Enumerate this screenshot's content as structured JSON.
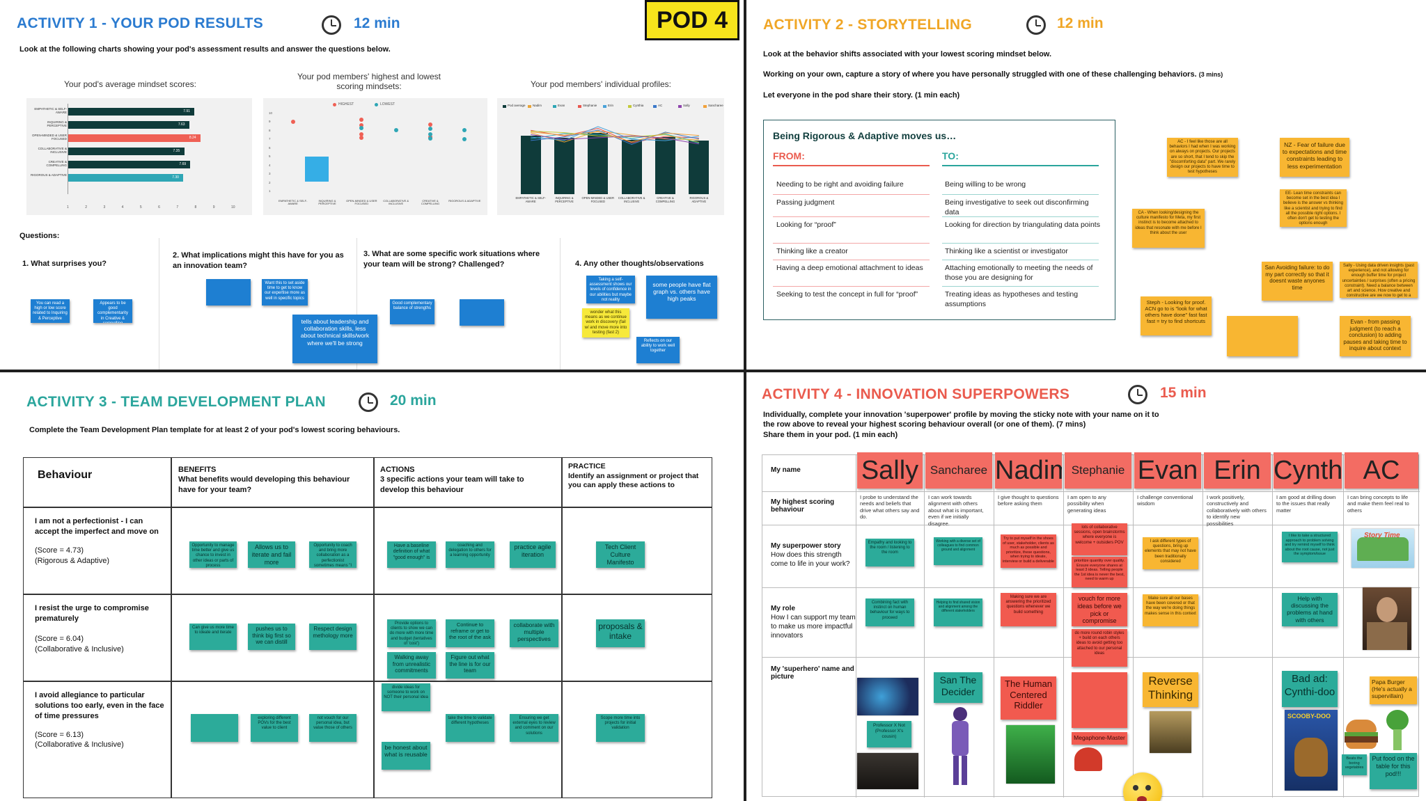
{
  "colors": {
    "blue": "#1e7fd2",
    "teal": "#2cab9a",
    "yellow": "#f6c22f",
    "orange": "#f8b632",
    "red": "#f15a4f"
  },
  "pod_label": "POD 4",
  "activity1": {
    "title": "ACTIVITY 1 - YOUR POD RESULTS",
    "time": "12 min",
    "instruction": "Look at the following charts showing your pod's assessment results and answer the questions below.",
    "chart1_title": "Your pod's average mindset scores:",
    "chart2_title": "Your pod members' highest and lowest scoring mindsets:",
    "chart3_title": "Your pod members' individual profiles:",
    "questions_label": "Questions:",
    "q1": "1. What surprises you?",
    "q2": "2. What implications might this have for you as an innovation team?",
    "q3": "3. What are some specific work situations where your team will be strong? Challenged?",
    "q4": "4. Any other thoughts/observations",
    "notes": {
      "n1": "You can read a high or low score related to Inquiring & Perceptive",
      "n2": "Appears to be good complementarity in Creative & compelling",
      "n3": "Want this to set aside time to get to know our expertise more as well in specific topics",
      "n4": "tells about leadership and collaboration skills, less about technical skills/work where we'll be strong",
      "n5": "Good complementary balance of strengths",
      "n6": "Taking a self-assessment shows our levels of confidence in our abilities but maybe not reality",
      "n7": "some people have flat graph vs. others have high peaks",
      "n8": "wonder what this means as we continue work in discovery (fail w/ and move more into testing (fast 2)",
      "n9": "Reflects on our ability to work well together"
    }
  },
  "chart_data": [
    {
      "type": "bar",
      "orientation": "horizontal",
      "categories": [
        "EMPATHETIC & SELF-AWARE",
        "INQUIRING & PERCEPTIVE",
        "OPEN-MINDED & USER FOCUSED",
        "COLLABORATIVE & INCLUSIVE",
        "CREATIVE & COMPELLING",
        "RIGOROUS & ADAPTIVE"
      ],
      "values": [
        7.91,
        7.63,
        8.24,
        7.35,
        7.69,
        7.3
      ],
      "xlim": [
        1,
        10
      ],
      "xticks": [
        "1",
        "2",
        "3",
        "4",
        "5",
        "6",
        "7",
        "8",
        "9",
        "10"
      ],
      "highlight_color": "#ef6055",
      "bar_color": "#0f3b3a",
      "alt_color": "#2ea6b5"
    },
    {
      "type": "scatter",
      "categories": [
        "EMPATHETIC & SELF-AWARE",
        "INQUIRING & PERCEPTIVE",
        "OPEN-MINDED & USER FOCUSED",
        "COLLABORATIVE & INCLUSIVE",
        "CREATIVE & COMPELLING",
        "RIGOROUS & ADAPTIVE"
      ],
      "ylim": [
        1,
        10
      ],
      "yticks": [
        "10",
        "9",
        "8",
        "7",
        "6",
        "5",
        "4",
        "3",
        "2",
        "1"
      ],
      "series": [
        {
          "name": "HIGHEST",
          "color": "#ef6055",
          "points": [
            [
              0,
              9
            ],
            [
              2,
              9.3
            ],
            [
              2,
              8.6
            ],
            [
              2,
              7.6
            ],
            [
              2,
              7.2
            ],
            [
              4,
              8.7
            ],
            [
              4,
              7.3
            ]
          ]
        },
        {
          "name": "LOWEST",
          "color": "#2ea6b5",
          "points": [
            [
              2,
              8.3
            ],
            [
              3,
              8.1
            ],
            [
              4,
              8.2
            ],
            [
              4,
              7.6
            ],
            [
              4,
              7.1
            ],
            [
              5,
              8.1
            ],
            [
              5,
              7.0
            ]
          ]
        }
      ]
    },
    {
      "type": "bar",
      "categories": [
        "EMPATHETIC & SELF-AWARE",
        "INQUIRING & PERCEPTIVE",
        "OPEN-MINDED & USER FOCUSED",
        "COLLABORATIVE & INCLUSIVE",
        "CREATIVE & COMPELLING",
        "RIGOROUS & ADAPTIVE"
      ],
      "values": [
        7.91,
        7.63,
        8.24,
        7.35,
        7.69,
        7.3
      ],
      "ylim": [
        1,
        10
      ],
      "legend": [
        "Pod average",
        "Nadim",
        "Evan",
        "Stephanie",
        "Erin",
        "Cynthia",
        "AC",
        "Sally",
        "Sancharee"
      ]
    }
  ],
  "activity2": {
    "title": "ACTIVITY 2 - STORYTELLING",
    "time": "12 min",
    "line1": "Look at the behavior shifts associated with your lowest scoring mindset below.",
    "line2": "Working on your own, capture a story of where you have personally struggled with one of these challenging behaviors.",
    "line2b": "(3 mins)",
    "line3": "Let everyone in the pod share their story. (1 min each)",
    "box_title": "Being Rigorous & Adaptive moves us…",
    "from_label": "FROM:",
    "to_label": "TO:",
    "from": [
      "Needing to be right and avoiding failure",
      "Passing judgment",
      "Looking for “proof”",
      "Thinking like a creator",
      "Having a deep emotional attachment to ideas",
      "Seeking to test the concept in full for “proof”"
    ],
    "to": [
      "Being willing to be wrong",
      "Being investigative to seek out disconfirming data",
      "Looking for direction by triangulating data points",
      "Thinking like a scientist or investigator",
      "Attaching emotionally to meeting the needs of those you are designing for",
      "Treating ideas as hypotheses and testing assumptions"
    ],
    "notes": {
      "n1": "AC - I feel like those are all behaviors I had when I was working on always on projects. Our projects are so short, that I tend to skip the \"discomforting data\" part. We rarely design our projects to have time to test hypotheses",
      "n2": "NZ - Fear of failure due to expectations and time constraints leading to less experimentation",
      "n3": "EE- Lean time constraints can become set in the best idea I believe is the answer vs thinking like a scientist and trying to find all the possible right options. I often don't get to testing the options enough",
      "n4": "CA - When looking/designing the culture manifesto for Meta, my first instinct is to become attached to ideas that resonate with me before I think about the user",
      "n5": "San Avoiding failure: to do my part correctly so that it doesnt waste anyones time",
      "n6": "Sally - Using data driven insights (past experience), and not allowing for enough buffer time for project uncertainties / surprises (often a pricing constraint). Need a balance between art and science. How creative and constructive are we now to get to a better outcome with the constraints we have",
      "n7": "Steph - Looking for proof. ACN go to is \"look for what others have done\" fast fast fast = try to find shortcuts",
      "n8": "",
      "n9": "Evan - from passing judgment (to reach a conclusion) to adding pauses and taking time to inquire about context"
    }
  },
  "activity3": {
    "title": "ACTIVITY 3 - TEAM DEVELOPMENT PLAN",
    "time": "20 min",
    "instruction": "Complete the Team Development Plan template for at least 2 of your pod's lowest scoring behaviours.",
    "col_behaviour": "Behaviour",
    "col_benefits": "BENEFITS",
    "col_benefits_sub": "What benefits would developing this behaviour have for your team?",
    "col_actions": "ACTIONS",
    "col_actions_sub": "3 specific actions your team will take to develop this behaviour",
    "col_practice": "PRACTICE",
    "col_practice_sub": "Identify an assignment or project that you can apply these actions to",
    "rows": [
      {
        "behaviour": "I am not a perfectionist - I can accept the imperfect and move on",
        "score": "(Score = 4.73)",
        "mindset": "(Rigorous & Adaptive)"
      },
      {
        "behaviour": "I resist the urge to compromise prematurely",
        "score": "(Score = 6.04)",
        "mindset": "(Collaborative & Inclusive)"
      },
      {
        "behaviour": "I avoid allegiance to particular solutions too early, even in the face of time pressures",
        "score": "(Score = 6.13)",
        "mindset": "(Collaborative & Inclusive)"
      }
    ],
    "notes": {
      "r1b1": "Opportunity to manage time better and give us chance to invest in other ideas or parts of process",
      "r1b2": "Allows us to iterate and fail more",
      "r1b3": "Opportunity to coach and bring more collaboration as a perfectionist sometimes means \"I have to do it myself\"",
      "r1a1": "Have a baseline definition of what \"good enough\" is",
      "r1a2": "coaching and delegation to others for a learning opportunity",
      "r1a3": "practice agile iteration",
      "r1p1": "Tech Client Culture Manifesto",
      "r2b1": "Can give us more time to ideate and iterate",
      "r2b2": "pushes us to think big first so we can distill",
      "r2b3": "Respect design methology more",
      "r2a1": "Provide options to clients to show we can do more with more time and budget (tentatives of 'cost')",
      "r2a2": "Continue to reframe or get to the root of the ask",
      "r2a3": "collaborate with multiple perspectives",
      "r2a4": "Walking away from unrealistic commitments",
      "r2a5": "Figure out what the line is for our team",
      "r2p1": "proposals & intake",
      "r3b1": "",
      "r3b2": "exploring different POVs for the best value to client",
      "r3b3": "not vouch for our personal idea, but value those of others",
      "r3a1": "divide ideas for someone to work on NOT their personal idea",
      "r3a2": "take the time to validate different hypotheses",
      "r3a3": "Ensuring we get external eyes to review and comment on our solutions",
      "r3a4": "be honest about what is reusable",
      "r3p1": "Scope more time into projects for initial validation"
    }
  },
  "activity4": {
    "title": "ACTIVITY 4 - INNOVATION SUPERPOWERS",
    "time": "15 min",
    "instruction1": "Individually, complete your innovation 'superpower' profile by moving the sticky note with your name on it to",
    "instruction2": "the row above to reveal your highest scoring behaviour overall (or one of them). (7 mins)",
    "instruction3": "Share them in your pod. (1 min each)",
    "row_name": "My name",
    "row_highest": "My highest scoring behaviour",
    "row_story_title": "My superpower story",
    "row_story_sub": "How does this strength come to life in your work?",
    "row_role_title": "My role",
    "row_role_sub": "How I can support my team to make us more impactful innovators",
    "row_hero_title": "My 'superhero' name and picture",
    "names": [
      "Sally",
      "Sancharee",
      "Nadim",
      "Stephanie",
      "Evan",
      "Erin",
      "Cynthia",
      "AC"
    ],
    "highest": [
      "I probe to understand the needs and beliefs that drive what others say and do.",
      "I can work towards alignment with others about what is important, even if we initially disagree.",
      "I give thought to questions before asking them",
      "I am open to any possibility when generating ideas",
      "I challenge conventional wisdom",
      "I work positively, constructively and collaboratively with others to identify new possibilities",
      "I am good at drilling down to the issues that really matter",
      "I can bring concepts to life and make them feel real to others"
    ],
    "story": {
      "sally": "Empathy and looking to the room / listening to the room",
      "sancharee": "Working with a diverse set of colleagues to find common ground and alignment",
      "nadim": "Try to put myself in the shoes of user, stakeholder, clients as much as possible and prioritize, these questions, when trying to ideate, interview or build a deliverable",
      "stephanie": "lots of collaborative sessions, open brainstorms where everyone is welcome + outsiders POV",
      "stephanie2": "prioritize quantity over quality. Ensure everyone shares at least 3 ideas. Telling people the 1st idea is never the best, need to warm up",
      "evan": "I ask different types of questions, bring up elements that may not have been traditionally considered",
      "cynthia": "I like to take a structured approach to problem solving and try remind myself to think about the root cause, not just the symptom/issue",
      "ac": "Story Time"
    },
    "role": {
      "sally": "Combining fact with instinct on human behaviour for ways to proceed",
      "sancharee": "Helping to find shared vision and alignment among the different stakeholders",
      "nadim": "Making sure we are answering the prioritized questions whenever we build something",
      "stephanie": "vouch for more ideas before we pick or compromise",
      "stephanie2": "do more round robin styles + build on each others ideas to avoid getting too attached to our personal ideas",
      "evan": "Make sure all our bases have been covered or that the way we're doing things makes sense in this context",
      "cynthia": "Help with discussing the problems at hand with others"
    },
    "hero": {
      "sally": "Professor X Not (Professor X's cousin)",
      "sancharee": "San The Decider",
      "nadim": "The Human Centered Riddler",
      "stephanie": "Megaphone-Master",
      "evan": "Reverse Thinking",
      "cynthia": "Bad ad: Cynthi-doo",
      "cynthia_img": "SCOOBY-DOO",
      "ac": "Papa Burger (He's actually a supervillain)",
      "ac2": "Put food on the table for this pod!!!",
      "ac3": "Beats the boring vegetables"
    }
  }
}
